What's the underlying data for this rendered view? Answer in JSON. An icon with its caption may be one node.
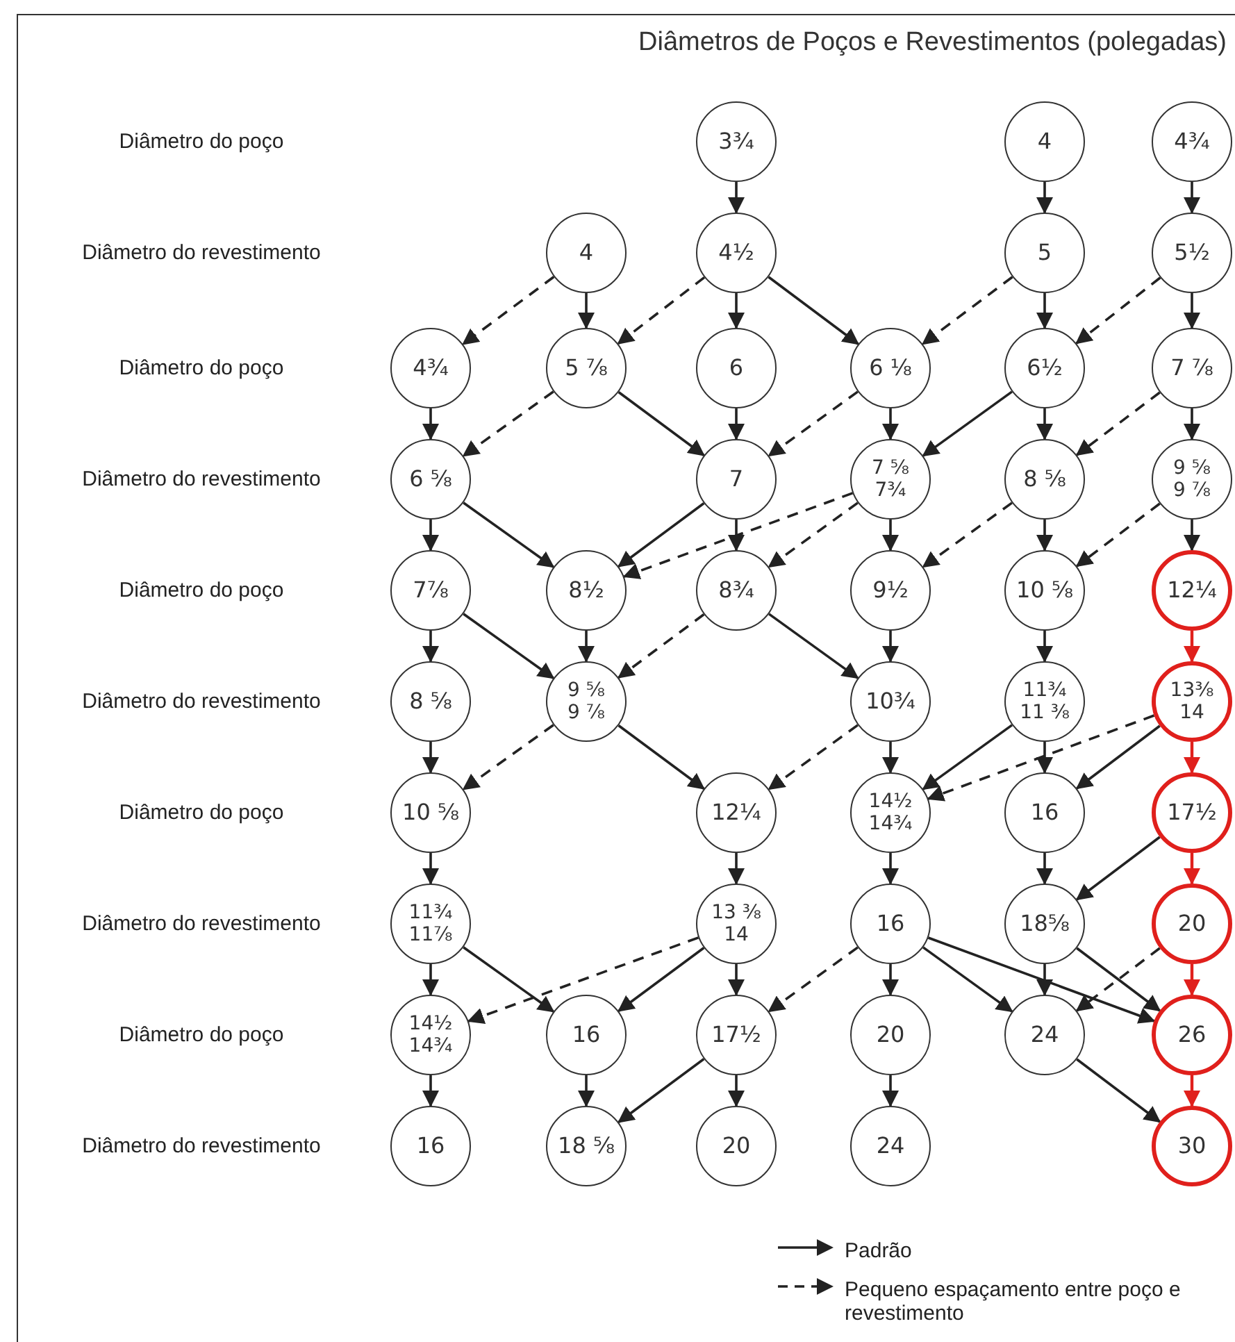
{
  "diagram": {
    "title": "Diâmetros de Poços e Revestimentos (polegadas)",
    "nodes": [
      {
        "text": [
          "3¾"
        ]
      },
      {
        "text": [
          "4"
        ]
      },
      {
        "text": [
          "4¾"
        ]
      },
      {
        "text": [
          "4"
        ]
      },
      {
        "text": [
          "4½"
        ]
      },
      {
        "text": [
          "5"
        ]
      },
      {
        "text": [
          "5½"
        ]
      },
      {
        "text": [
          "4¾"
        ]
      },
      {
        "text": [
          "5 ⅞"
        ]
      },
      {
        "text": [
          "6"
        ]
      },
      {
        "text": [
          "6 ⅛"
        ]
      },
      {
        "text": [
          "6½"
        ]
      },
      {
        "text": [
          "7 ⅞"
        ]
      },
      {
        "text": [
          "6 ⅝"
        ]
      },
      {
        "text": [
          "7"
        ]
      },
      {
        "text": [
          "7 ⅝",
          "7¾"
        ]
      },
      {
        "text": [
          "8 ⅝"
        ]
      },
      {
        "text": [
          "9 ⅝",
          "9 ⅞"
        ]
      },
      {
        "text": [
          "7⅞"
        ]
      },
      {
        "text": [
          "8½"
        ]
      },
      {
        "text": [
          "8¾"
        ]
      },
      {
        "text": [
          "9½"
        ]
      },
      {
        "text": [
          "10 ⅝"
        ]
      },
      {
        "text": [
          "12¼"
        ]
      },
      {
        "text": [
          "8 ⅝"
        ]
      },
      {
        "text": [
          "9 ⅝",
          "9 ⅞"
        ]
      },
      {
        "text": [
          "10¾"
        ]
      },
      {
        "text": [
          "11¾",
          "11 ⅜"
        ]
      },
      {
        "text": [
          "13⅜",
          "14"
        ]
      },
      {
        "text": [
          "10 ⅝"
        ]
      },
      {
        "text": [
          "12¼"
        ]
      },
      {
        "text": [
          "14½",
          "14¾"
        ]
      },
      {
        "text": [
          "16"
        ]
      },
      {
        "text": [
          "17½"
        ]
      },
      {
        "text": [
          "11¾",
          "11⅞"
        ]
      },
      {
        "text": [
          "13 ⅜",
          "14"
        ]
      },
      {
        "text": [
          "16"
        ]
      },
      {
        "text": [
          "18⅝"
        ]
      },
      {
        "text": [
          "20"
        ]
      },
      {
        "text": [
          "14½",
          "14¾"
        ]
      },
      {
        "text": [
          "16"
        ]
      },
      {
        "text": [
          "17½"
        ]
      },
      {
        "text": [
          "20"
        ]
      },
      {
        "text": [
          "24"
        ]
      },
      {
        "text": [
          "26"
        ]
      },
      {
        "text": [
          "16"
        ]
      },
      {
        "text": [
          "18 ⅝"
        ]
      },
      {
        "text": [
          "20"
        ]
      },
      {
        "text": [
          "24"
        ]
      },
      {
        "text": [
          "30"
        ]
      }
    ],
    "edges": [
      {
        "from": 0,
        "to": 4,
        "arrow": "to"
      },
      {
        "from": 1,
        "to": 5,
        "arrow": "to"
      },
      {
        "from": 2,
        "to": 6,
        "arrow": "to"
      },
      {
        "from": 3,
        "to": 7,
        "arrow": "to",
        "style": "dashed"
      },
      {
        "from": 3,
        "to": 8,
        "arrow": "to"
      },
      {
        "from": 4,
        "to": 8,
        "arrow": "to",
        "style": "dashed"
      },
      {
        "from": 4,
        "to": 9,
        "arrow": "to"
      },
      {
        "from": 4,
        "to": 10,
        "arrow": "to"
      },
      {
        "from": 5,
        "to": 10,
        "arrow": "to",
        "style": "dashed"
      },
      {
        "from": 5,
        "to": 11,
        "arrow": "to"
      },
      {
        "from": 6,
        "to": 11,
        "arrow": "to",
        "style": "dashed"
      },
      {
        "from": 6,
        "to": 12,
        "arrow": "to"
      },
      {
        "from": 7,
        "to": 13,
        "arrow": "to"
      },
      {
        "from": 8,
        "to": 13,
        "arrow": "to",
        "style": "dashed"
      },
      {
        "from": 8,
        "to": 14,
        "arrow": "to"
      },
      {
        "from": 9,
        "to": 14,
        "arrow": "to"
      },
      {
        "from": 10,
        "to": 14,
        "arrow": "to",
        "style": "dashed"
      },
      {
        "from": 10,
        "to": 15,
        "arrow": "to"
      },
      {
        "from": 11,
        "to": 15,
        "arrow": "to"
      },
      {
        "from": 11,
        "to": 16,
        "arrow": "to"
      },
      {
        "from": 12,
        "to": 16,
        "arrow": "to",
        "style": "dashed"
      },
      {
        "from": 12,
        "to": 17,
        "arrow": "to"
      },
      {
        "from": 13,
        "to": 18,
        "arrow": "to"
      },
      {
        "from": 13,
        "to": 19,
        "arrow": "to"
      },
      {
        "from": 14,
        "to": 19,
        "arrow": "to"
      },
      {
        "from": 15,
        "to": 19,
        "arrow": "to",
        "style": "dashed"
      },
      {
        "from": 14,
        "to": 20,
        "arrow": "to"
      },
      {
        "from": 15,
        "to": 20,
        "arrow": "to",
        "style": "dashed"
      },
      {
        "from": 15,
        "to": 21,
        "arrow": "to"
      },
      {
        "from": 16,
        "to": 21,
        "arrow": "to",
        "style": "dashed"
      },
      {
        "from": 16,
        "to": 22,
        "arrow": "to"
      },
      {
        "from": 17,
        "to": 22,
        "arrow": "to",
        "style": "dashed"
      },
      {
        "from": 17,
        "to": 23,
        "arrow": "to"
      },
      {
        "from": 18,
        "to": 24,
        "arrow": "to"
      },
      {
        "from": 18,
        "to": 25,
        "arrow": "to"
      },
      {
        "from": 19,
        "to": 25,
        "arrow": "to"
      },
      {
        "from": 20,
        "to": 25,
        "arrow": "to",
        "style": "dashed"
      },
      {
        "from": 20,
        "to": 26,
        "arrow": "to"
      },
      {
        "from": 21,
        "to": 26,
        "arrow": "to"
      },
      {
        "from": 22,
        "to": 27,
        "arrow": "to"
      },
      {
        "from": 23,
        "to": 28,
        "arrow": "to",
        "color": "#e0201c"
      },
      {
        "from": 24,
        "to": 29,
        "arrow": "to"
      },
      {
        "from": 25,
        "to": 29,
        "arrow": "to",
        "style": "dashed"
      },
      {
        "from": 25,
        "to": 30,
        "arrow": "to"
      },
      {
        "from": 26,
        "to": 30,
        "arrow": "to",
        "style": "dashed"
      },
      {
        "from": 26,
        "to": 31,
        "arrow": "to"
      },
      {
        "from": 27,
        "to": 31,
        "arrow": "to"
      },
      {
        "from": 28,
        "to": 31,
        "arrow": "to",
        "style": "dashed"
      },
      {
        "from": 27,
        "to": 32,
        "arrow": "to"
      },
      {
        "from": 28,
        "to": 32,
        "arrow": "to"
      },
      {
        "from": 28,
        "to": 33,
        "arrow": "to",
        "color": "#e0201c"
      },
      {
        "from": 29,
        "to": 34,
        "arrow": "to"
      },
      {
        "from": 30,
        "to": 35,
        "arrow": "to"
      },
      {
        "from": 31,
        "to": 36,
        "arrow": "to"
      },
      {
        "from": 32,
        "to": 37,
        "arrow": "to"
      },
      {
        "from": 33,
        "to": 37,
        "arrow": "to"
      },
      {
        "from": 33,
        "to": 38,
        "arrow": "to",
        "color": "#e0201c"
      },
      {
        "from": 34,
        "to": 39,
        "arrow": "to"
      },
      {
        "from": 35,
        "to": 39,
        "arrow": "to",
        "style": "dashed"
      },
      {
        "from": 34,
        "to": 40,
        "arrow": "to"
      },
      {
        "from": 35,
        "to": 40,
        "arrow": "to"
      },
      {
        "from": 35,
        "to": 41,
        "arrow": "to"
      },
      {
        "from": 36,
        "to": 41,
        "arrow": "to",
        "style": "dashed"
      },
      {
        "from": 36,
        "to": 42,
        "arrow": "to"
      },
      {
        "from": 36,
        "to": 43,
        "arrow": "to"
      },
      {
        "from": 36,
        "to": 44,
        "arrow": "to"
      },
      {
        "from": 37,
        "to": 43,
        "arrow": "to"
      },
      {
        "from": 37,
        "to": 44,
        "arrow": "to"
      },
      {
        "from": 38,
        "to": 43,
        "arrow": "to",
        "style": "dashed"
      },
      {
        "from": 38,
        "to": 44,
        "arrow": "to",
        "color": "#e0201c"
      },
      {
        "from": 39,
        "to": 45,
        "arrow": "to"
      },
      {
        "from": 40,
        "to": 46,
        "arrow": "to"
      },
      {
        "from": 41,
        "to": 46,
        "arrow": "to"
      },
      {
        "from": 41,
        "to": 47,
        "arrow": "to"
      },
      {
        "from": 42,
        "to": 48,
        "arrow": "to"
      },
      {
        "from": 43,
        "to": 49,
        "arrow": "to"
      },
      {
        "from": 44,
        "to": 49,
        "arrow": "to",
        "color": "#e0201c"
      }
    ],
    "labels": [
      "Diâmetro do poço",
      "Diâmetro do revestimento",
      "Diâmetro do poço",
      "Diâmetro do revestimento",
      "Diâmetro do poço",
      "Diâmetro do revestimento",
      "Diâmetro do poço",
      "Diâmetro do revestimento",
      "Diâmetro do poço",
      "Diâmetro do revestimento"
    ],
    "legend": [
      {
        "text": "Padrão"
      },
      {
        "text": "Pequeno espaçamento entre poço e revestimento"
      }
    ]
  }
}
